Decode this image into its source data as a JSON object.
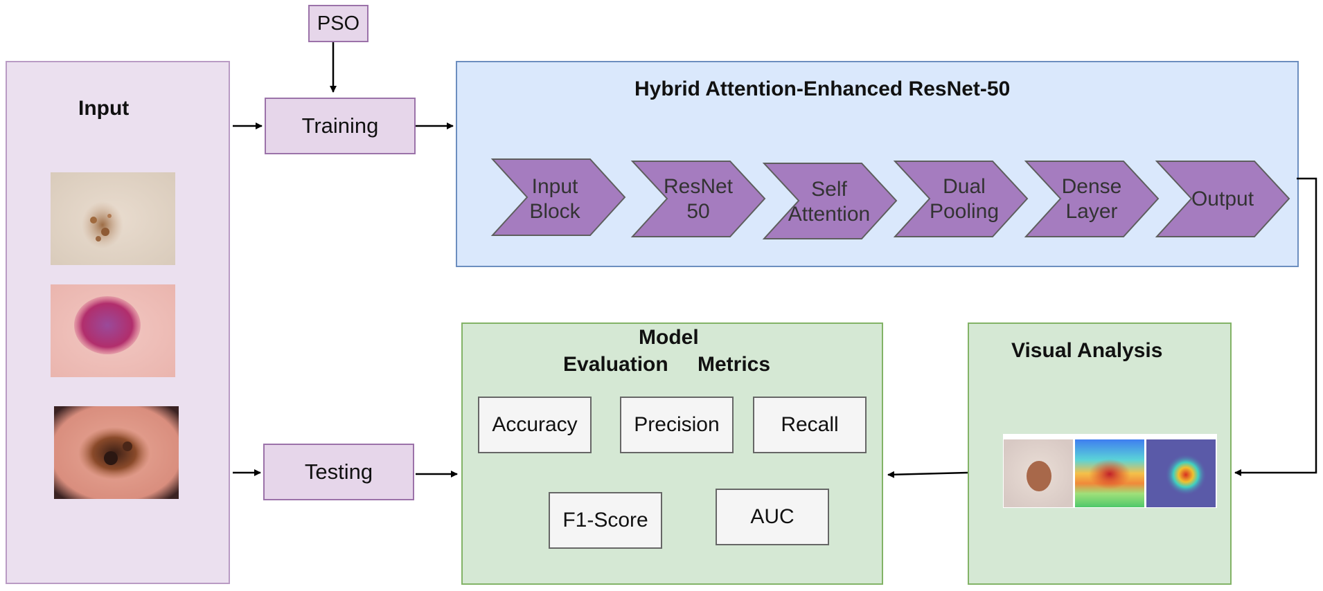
{
  "input_panel": {
    "title": "Input"
  },
  "pso": {
    "label": "PSO"
  },
  "training": {
    "label": "Training"
  },
  "testing": {
    "label": "Testing"
  },
  "model": {
    "title": "Hybrid Attention-Enhanced ResNet-50",
    "stages": [
      {
        "line1": "Input",
        "line2": "Block"
      },
      {
        "line1": "ResNet",
        "line2": "50"
      },
      {
        "line1": "Self",
        "line2": "Attention"
      },
      {
        "line1": "Dual",
        "line2": "Pooling"
      },
      {
        "line1": "Dense",
        "line2": "Layer"
      },
      {
        "line1": "Output",
        "line2": ""
      }
    ]
  },
  "evaluation": {
    "title_line1": "Model",
    "title_line2a": "Evaluation",
    "title_line2b": "Metrics",
    "metrics": [
      "Accuracy",
      "Precision",
      "Recall",
      "F1-Score",
      "AUC"
    ]
  },
  "visual_analysis": {
    "title": "Visual Analysis"
  },
  "colors": {
    "purple_panel": "#ebe0ef",
    "purple_border": "#9b72a9",
    "blue_panel": "#dae8fc",
    "blue_border": "#6c8ebf",
    "green_panel": "#d5e8d4",
    "green_border": "#82b366",
    "chevron_fill": "#a57cbf"
  }
}
